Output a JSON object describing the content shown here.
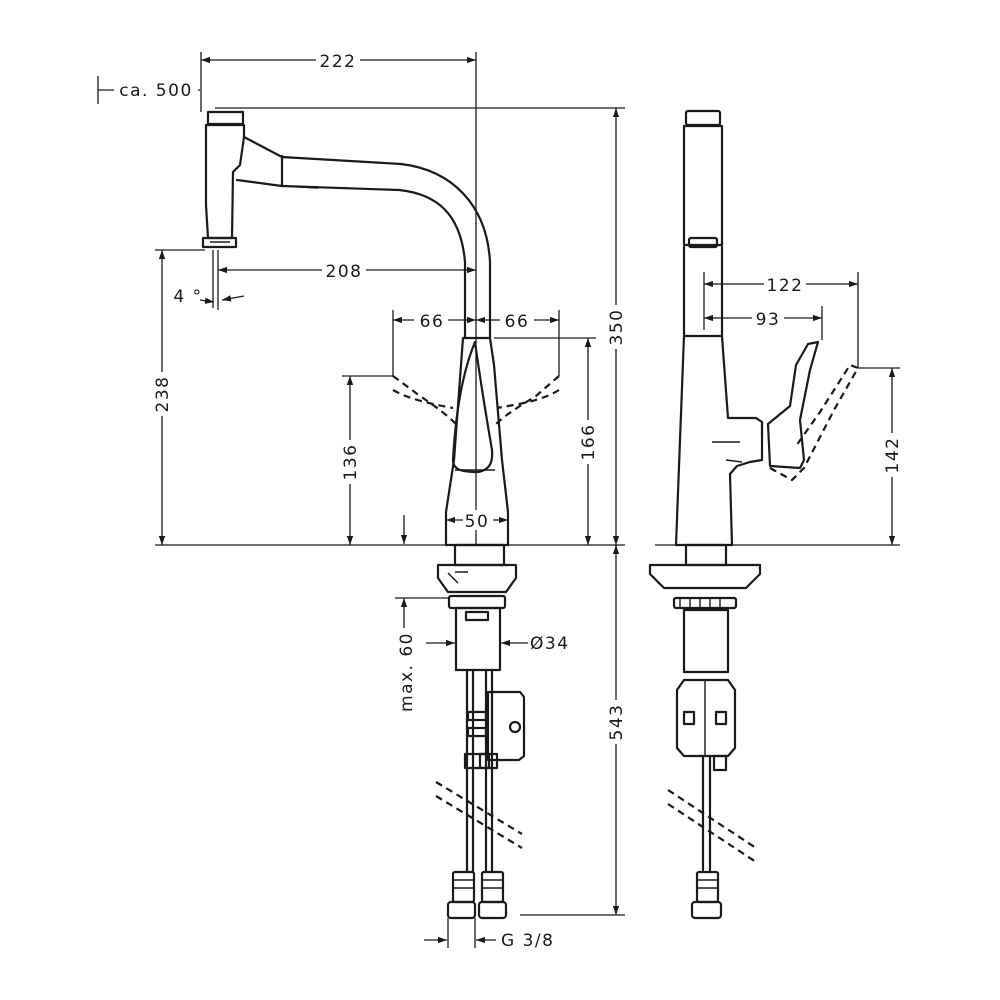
{
  "dimensions": {
    "d222": "222",
    "ca500": "ca. 500",
    "d208": "208",
    "angle4": "4 °",
    "d238": "238",
    "d66_left": "66",
    "d66_right": "66",
    "d136": "136",
    "d166": "166",
    "d350": "350",
    "d50": "50",
    "max60": "max. 60",
    "dia34": "Ø34",
    "d543": "543",
    "g38": "G 3/8",
    "d122": "122",
    "d93": "93",
    "d142": "142"
  }
}
